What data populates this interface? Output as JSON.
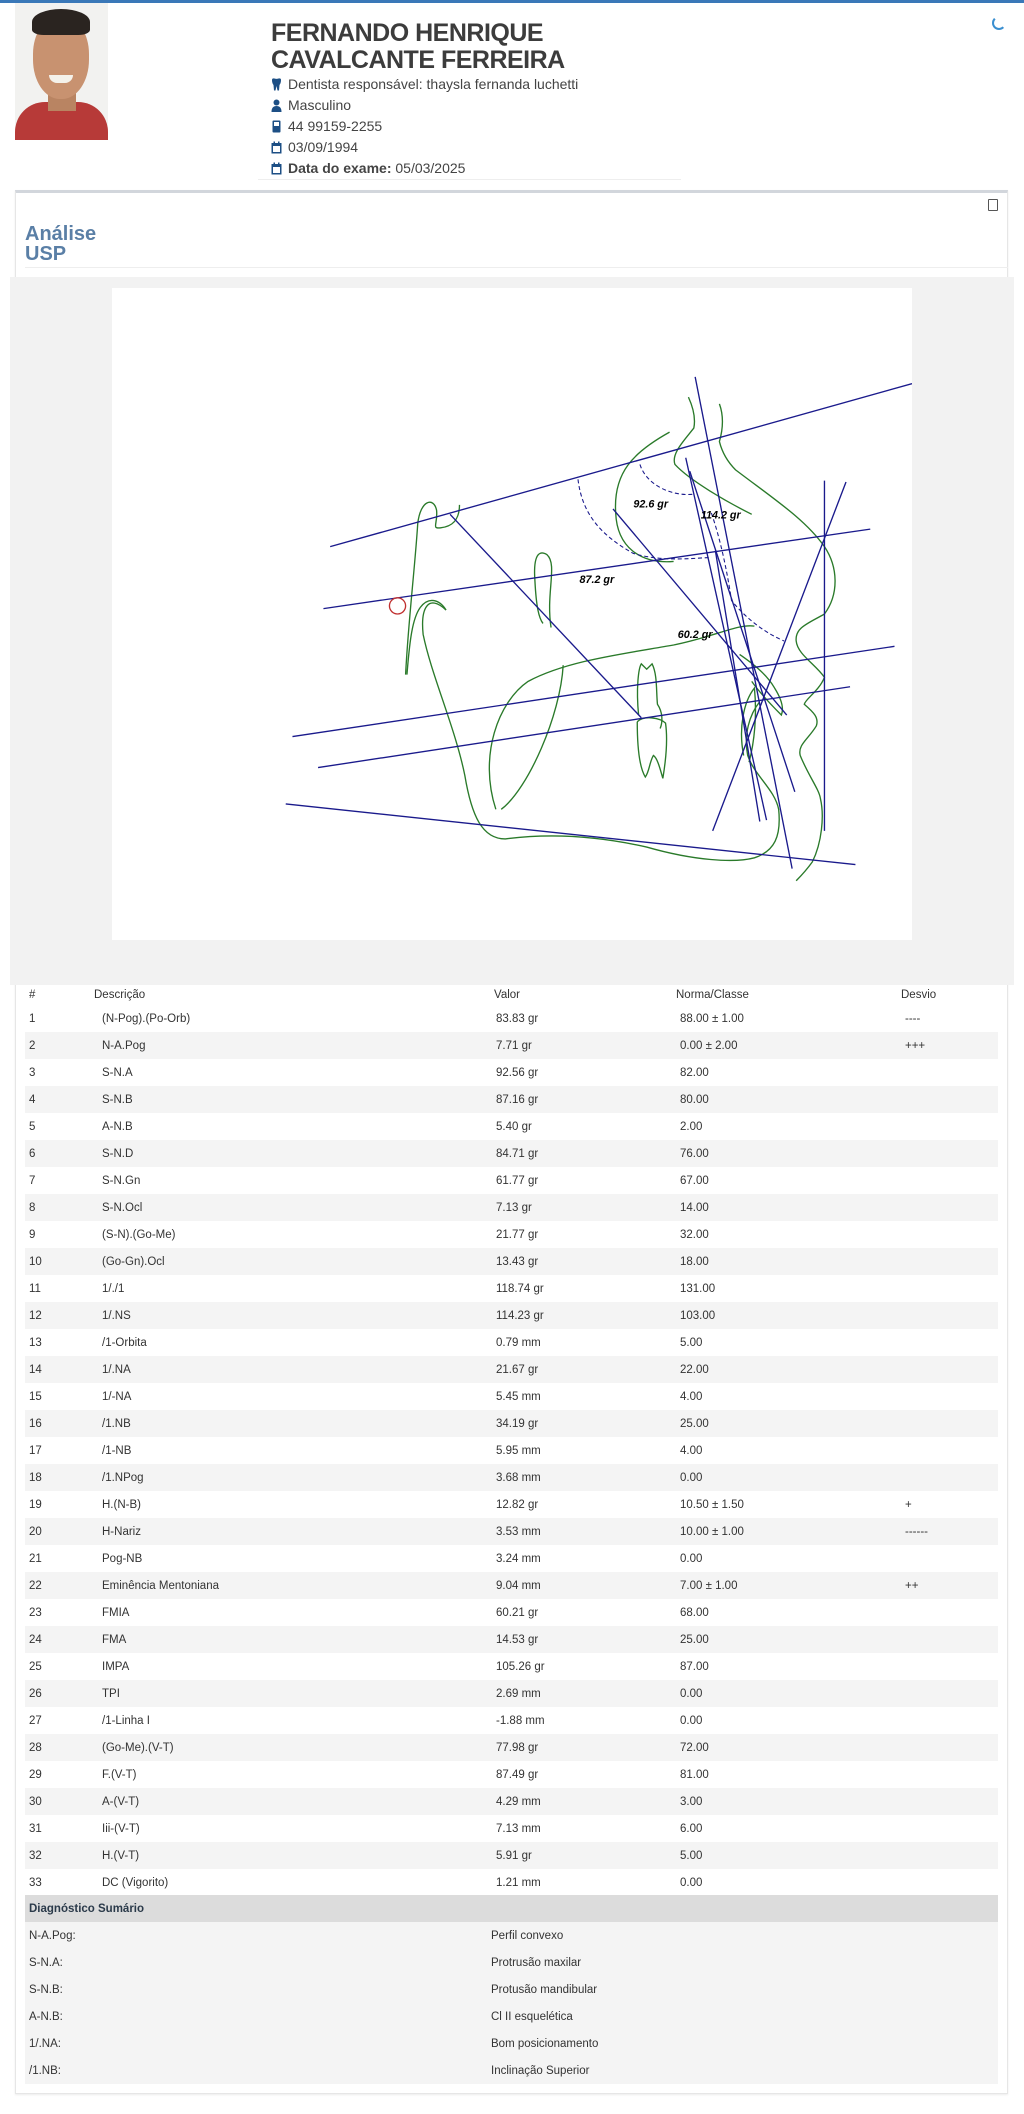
{
  "patient": {
    "name_line1": "FERNANDO HENRIQUE",
    "name_line2": "CAVALCANTE FERREIRA",
    "dentist_label": "Dentista responsável:",
    "dentist": "thaysla fernanda luchetti",
    "sex": "Masculino",
    "phone": "44 99159-2255",
    "birthdate": "03/09/1994",
    "exam_label": "Data do exame:",
    "exam_date": "05/03/2025"
  },
  "analysis": {
    "title_line1": "Análise",
    "title_line2": "USP"
  },
  "tracing": {
    "angles": [
      "92.6 gr",
      "114.2 gr",
      "87.2 gr",
      "60.2 gr"
    ],
    "colors": {
      "lines": "#1a1a8c",
      "contour": "#2a7a2a",
      "marker": "#c03030"
    }
  },
  "table": {
    "headers": [
      "#",
      "Descrição",
      "Valor",
      "Norma/Classe",
      "Desvio"
    ],
    "rows": [
      [
        "1",
        "(N-Pog).(Po-Orb)",
        "83.83 gr",
        "88.00 ± 1.00",
        "----"
      ],
      [
        "2",
        "N-A.Pog",
        "7.71 gr",
        "0.00 ± 2.00",
        "+++"
      ],
      [
        "3",
        "S-N.A",
        "92.56 gr",
        "82.00",
        ""
      ],
      [
        "4",
        "S-N.B",
        "87.16 gr",
        "80.00",
        ""
      ],
      [
        "5",
        "A-N.B",
        "5.40 gr",
        "2.00",
        ""
      ],
      [
        "6",
        "S-N.D",
        "84.71 gr",
        "76.00",
        ""
      ],
      [
        "7",
        "S-N.Gn",
        "61.77 gr",
        "67.00",
        ""
      ],
      [
        "8",
        "S-N.Ocl",
        "7.13 gr",
        "14.00",
        ""
      ],
      [
        "9",
        "(S-N).(Go-Me)",
        "21.77 gr",
        "32.00",
        ""
      ],
      [
        "10",
        "(Go-Gn).Ocl",
        "13.43 gr",
        "18.00",
        ""
      ],
      [
        "11",
        "1/./1",
        "118.74 gr",
        "131.00",
        ""
      ],
      [
        "12",
        "1/.NS",
        "114.23 gr",
        "103.00",
        ""
      ],
      [
        "13",
        "/1-Orbita",
        "0.79 mm",
        "5.00",
        ""
      ],
      [
        "14",
        "1/.NA",
        "21.67 gr",
        "22.00",
        ""
      ],
      [
        "15",
        "1/-NA",
        "5.45 mm",
        "4.00",
        ""
      ],
      [
        "16",
        "/1.NB",
        "34.19 gr",
        "25.00",
        ""
      ],
      [
        "17",
        "/1-NB",
        "5.95 mm",
        "4.00",
        ""
      ],
      [
        "18",
        "/1.NPog",
        "3.68 mm",
        "0.00",
        ""
      ],
      [
        "19",
        "H.(N-B)",
        "12.82 gr",
        "10.50 ± 1.50",
        "+"
      ],
      [
        "20",
        "H-Nariz",
        "3.53 mm",
        "10.00 ± 1.00",
        "------"
      ],
      [
        "21",
        "Pog-NB",
        "3.24 mm",
        "0.00",
        ""
      ],
      [
        "22",
        "Eminência Mentoniana",
        "9.04 mm",
        "7.00 ± 1.00",
        "++"
      ],
      [
        "23",
        "FMIA",
        "60.21 gr",
        "68.00",
        ""
      ],
      [
        "24",
        "FMA",
        "14.53 gr",
        "25.00",
        ""
      ],
      [
        "25",
        "IMPA",
        "105.26 gr",
        "87.00",
        ""
      ],
      [
        "26",
        "TPI",
        "2.69 mm",
        "0.00",
        ""
      ],
      [
        "27",
        "/1-Linha I",
        "-1.88 mm",
        "0.00",
        ""
      ],
      [
        "28",
        "(Go-Me).(V-T)",
        "77.98 gr",
        "72.00",
        ""
      ],
      [
        "29",
        "F.(V-T)",
        "87.49 gr",
        "81.00",
        ""
      ],
      [
        "30",
        "A-(V-T)",
        "4.29 mm",
        "3.00",
        ""
      ],
      [
        "31",
        "Iii-(V-T)",
        "7.13 mm",
        "6.00",
        ""
      ],
      [
        "32",
        "H.(V-T)",
        "5.91 gr",
        "5.00",
        ""
      ],
      [
        "33",
        "DC (Vigorito)",
        "1.21 mm",
        "0.00",
        ""
      ]
    ]
  },
  "diagnosis": {
    "title": "Diagnóstico Sumário",
    "rows": [
      [
        "N-A.Pog:",
        "Perfil convexo"
      ],
      [
        "S-N.A:",
        "Protrusão maxilar"
      ],
      [
        "S-N.B:",
        "Protusão mandibular"
      ],
      [
        "A-N.B:",
        "Cl II esquelética"
      ],
      [
        "1/.NA:",
        "Bom posicionamento"
      ],
      [
        "/1.NB:",
        "Inclinação Superior"
      ]
    ]
  }
}
